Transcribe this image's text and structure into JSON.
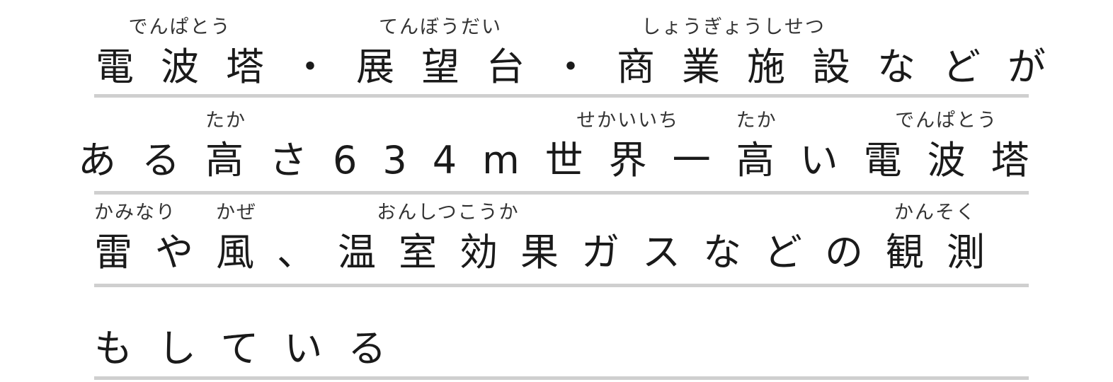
{
  "lines": [
    {
      "segments": [
        {
          "text": "電波塔",
          "ruby": "でんぱとう"
        },
        {
          "text": "・"
        },
        {
          "text": "展望台",
          "ruby": "てんぼうだい"
        },
        {
          "text": "・"
        },
        {
          "text": "商業施設",
          "ruby": "しょうぎょうしせつ"
        },
        {
          "text": "などが"
        }
      ]
    },
    {
      "segments": [
        {
          "text": "ある"
        },
        {
          "text": "高",
          "ruby": "たか"
        },
        {
          "text": "さ634m"
        },
        {
          "text": "世界一",
          "ruby": "せかいいち"
        },
        {
          "text": "高",
          "ruby": "たか"
        },
        {
          "text": "い"
        },
        {
          "text": "電波塔",
          "ruby": "でんぱとう"
        }
      ]
    },
    {
      "segments": [
        {
          "text": "雷",
          "ruby": "かみなり"
        },
        {
          "text": "や"
        },
        {
          "text": "風",
          "ruby": "かぜ"
        },
        {
          "text": "、"
        },
        {
          "text": "温室効果",
          "ruby": "おんしつこうか"
        },
        {
          "text": "ガスなどの"
        },
        {
          "text": "観測",
          "ruby": "かんそく"
        }
      ]
    },
    {
      "segments": [
        {
          "text": "もしている"
        }
      ]
    }
  ]
}
